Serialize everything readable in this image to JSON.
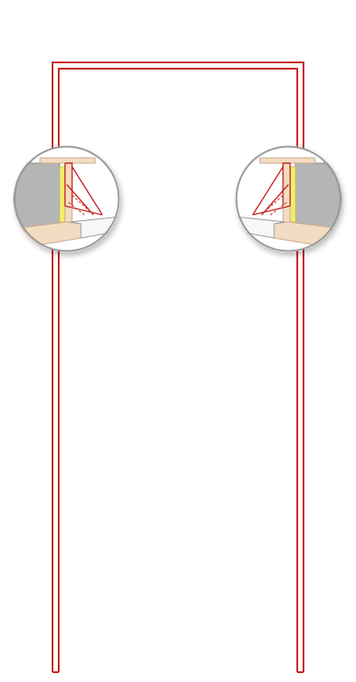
{
  "diagram": {
    "kind": "door-frame-with-detail-callouts",
    "colors": {
      "frame_line": "#c62828",
      "wall": "#b5b5b5",
      "wall_edge": "#8a8a8a",
      "trim": "#f2dcc2",
      "trim_edge": "#c9ab8c",
      "seal": "#f3ee6a",
      "circle_border": "#9a9a9a",
      "background": "#ffffff"
    },
    "callouts": [
      {
        "id": "left",
        "side": "left"
      },
      {
        "id": "right",
        "side": "right"
      }
    ]
  }
}
